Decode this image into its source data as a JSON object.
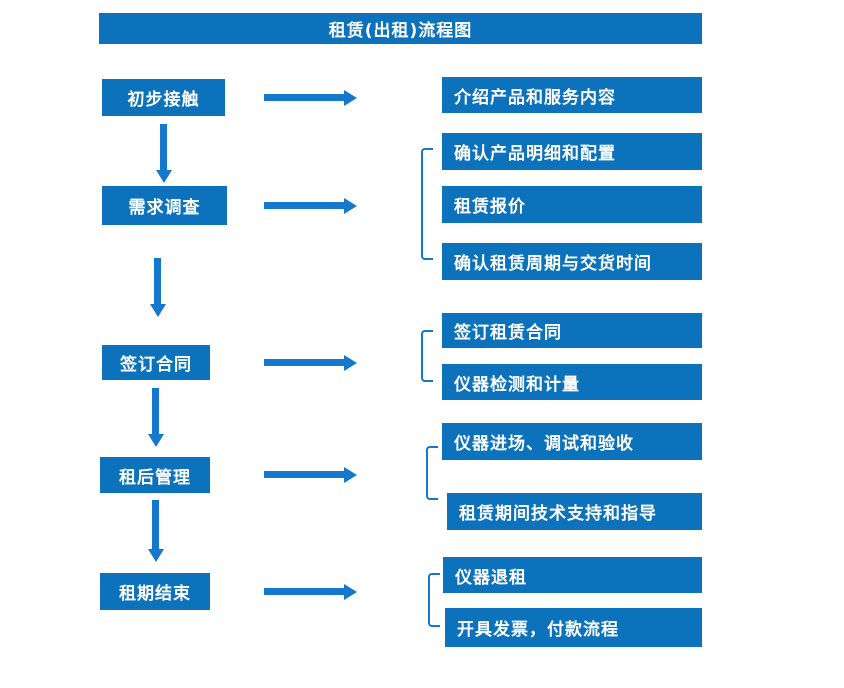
{
  "title": "租赁(出租)流程图",
  "colors": {
    "box_blue": "#0c72bc",
    "arrow_blue": "#1478cc",
    "text_white": "#ffffff",
    "background": "#ffffff"
  },
  "stages": [
    {
      "label": "初步接触",
      "details": [
        "介绍产品和服务内容"
      ]
    },
    {
      "label": "需求调查",
      "details": [
        "确认产品明细和配置",
        "租赁报价",
        "确认租赁周期与交货时间"
      ]
    },
    {
      "label": "签订合同",
      "details": [
        "签订租赁合同",
        "仪器检测和计量"
      ]
    },
    {
      "label": "租后管理",
      "details": [
        "仪器进场、调试和验收",
        "租赁期间技术支持和指导"
      ]
    },
    {
      "label": "租期结束",
      "details": [
        "仪器退租",
        "开具发票，付款流程"
      ]
    }
  ]
}
